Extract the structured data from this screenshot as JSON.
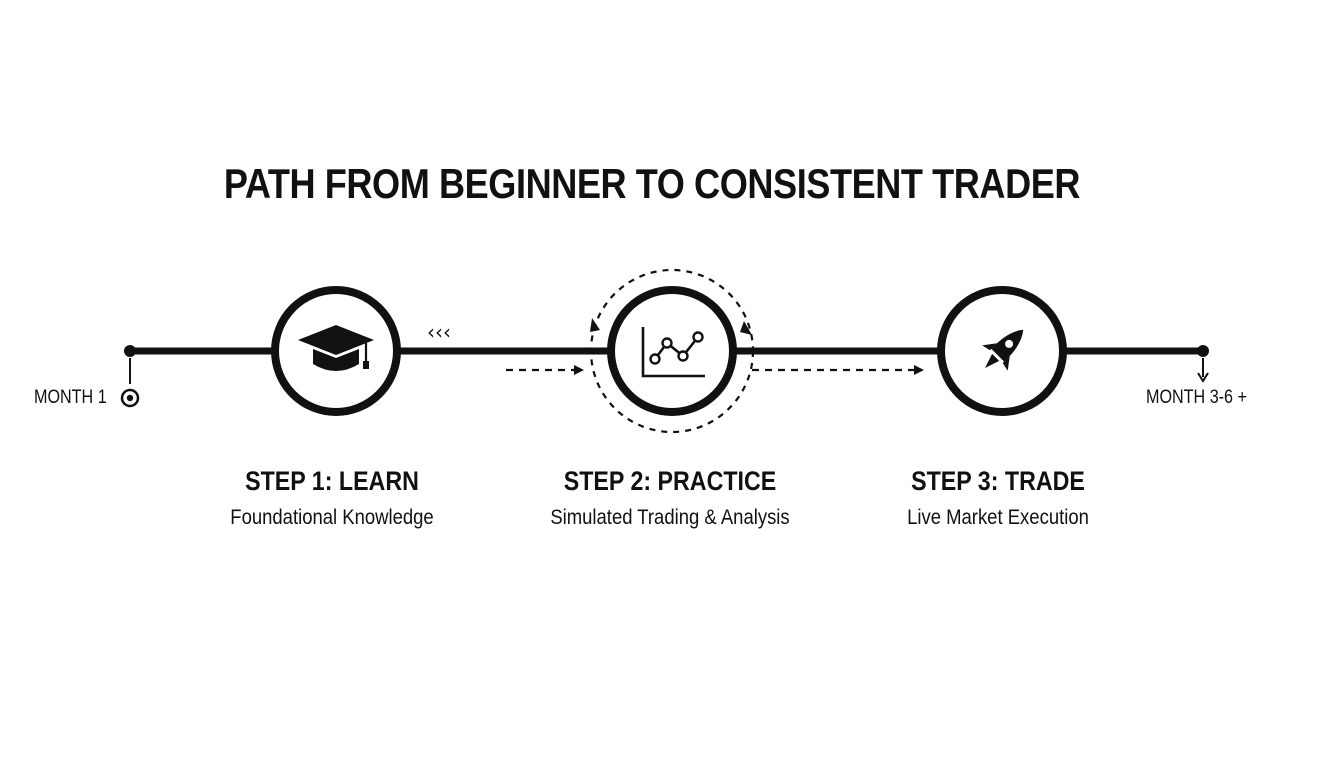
{
  "title": "PATH FROM BEGINNER TO CONSISTENT TRADER",
  "timeline": {
    "start_label": "MONTH 1",
    "end_label": "MONTH 3-6 +",
    "back_arrows": "‹‹‹"
  },
  "steps": [
    {
      "title": "STEP 1: LEARN",
      "subtitle": "Foundational Knowledge",
      "icon": "graduation-cap-icon"
    },
    {
      "title": "STEP 2: PRACTICE",
      "subtitle": "Simulated Trading & Analysis",
      "icon": "line-chart-icon"
    },
    {
      "title": "STEP 3: TRADE",
      "subtitle": "Live Market Execution",
      "icon": "rocket-icon"
    }
  ],
  "colors": {
    "ink": "#111111",
    "background": "#ffffff"
  }
}
